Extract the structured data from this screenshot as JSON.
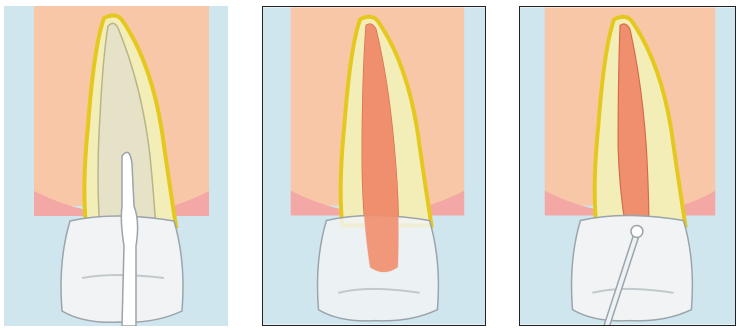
{
  "figure": {
    "colors": {
      "background": "#cfe6ee",
      "gum": "#f7c7a7",
      "gum_edge": "#f3a8a5",
      "root_fill": "#f3eeb8",
      "root_outline": "#e5c81e",
      "canal_empty": "#e6e2c8",
      "filling": "#f08f6e",
      "crown": "#f1f3f4",
      "crown_edge": "#9aa4aa",
      "instrument": "#d9dfe2"
    },
    "panels": [
      {
        "stage": "open-canal-with-instrument",
        "icons": [
          "tooth-root-icon",
          "file-instrument-icon"
        ]
      },
      {
        "stage": "obturated-canal",
        "icons": [
          "tooth-root-icon",
          "canal-filling-icon"
        ]
      },
      {
        "stage": "filling-cut-at-orifice-with-condenser",
        "icons": [
          "tooth-root-icon",
          "condenser-instrument-icon"
        ]
      }
    ]
  }
}
